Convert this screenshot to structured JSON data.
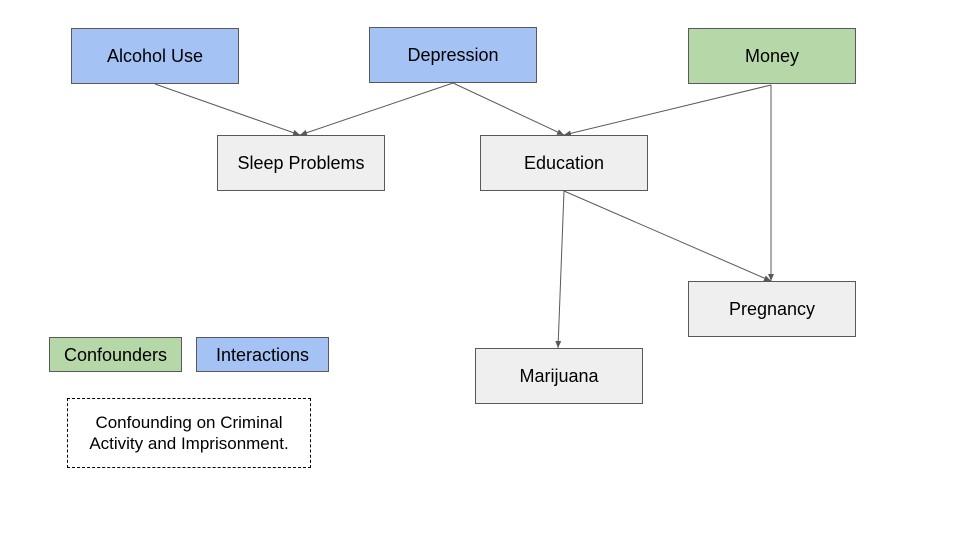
{
  "colors": {
    "interaction": "#a4c2f4",
    "confounder": "#b6d7a8",
    "neutral": "#efefef",
    "edge": "#595959"
  },
  "nodes": {
    "alcohol_use": {
      "label": "Alcohol Use",
      "category": "interaction"
    },
    "depression": {
      "label": "Depression",
      "category": "interaction"
    },
    "money": {
      "label": "Money",
      "category": "confounder"
    },
    "sleep_problems": {
      "label": "Sleep Problems",
      "category": "neutral"
    },
    "education": {
      "label": "Education",
      "category": "neutral"
    },
    "pregnancy": {
      "label": "Pregnancy",
      "category": "neutral"
    },
    "marijuana": {
      "label": "Marijuana",
      "category": "neutral"
    }
  },
  "edges": [
    {
      "from": "alcohol_use",
      "to": "sleep_problems"
    },
    {
      "from": "depression",
      "to": "sleep_problems"
    },
    {
      "from": "depression",
      "to": "education"
    },
    {
      "from": "money",
      "to": "education"
    },
    {
      "from": "money",
      "to": "pregnancy"
    },
    {
      "from": "education",
      "to": "pregnancy"
    },
    {
      "from": "education",
      "to": "marijuana"
    }
  ],
  "legend": {
    "confounders": {
      "label": "Confounders",
      "category": "confounder"
    },
    "interactions": {
      "label": "Interactions",
      "category": "interaction"
    }
  },
  "note": {
    "text": "Confounding on Criminal Activity and Imprisonment."
  }
}
